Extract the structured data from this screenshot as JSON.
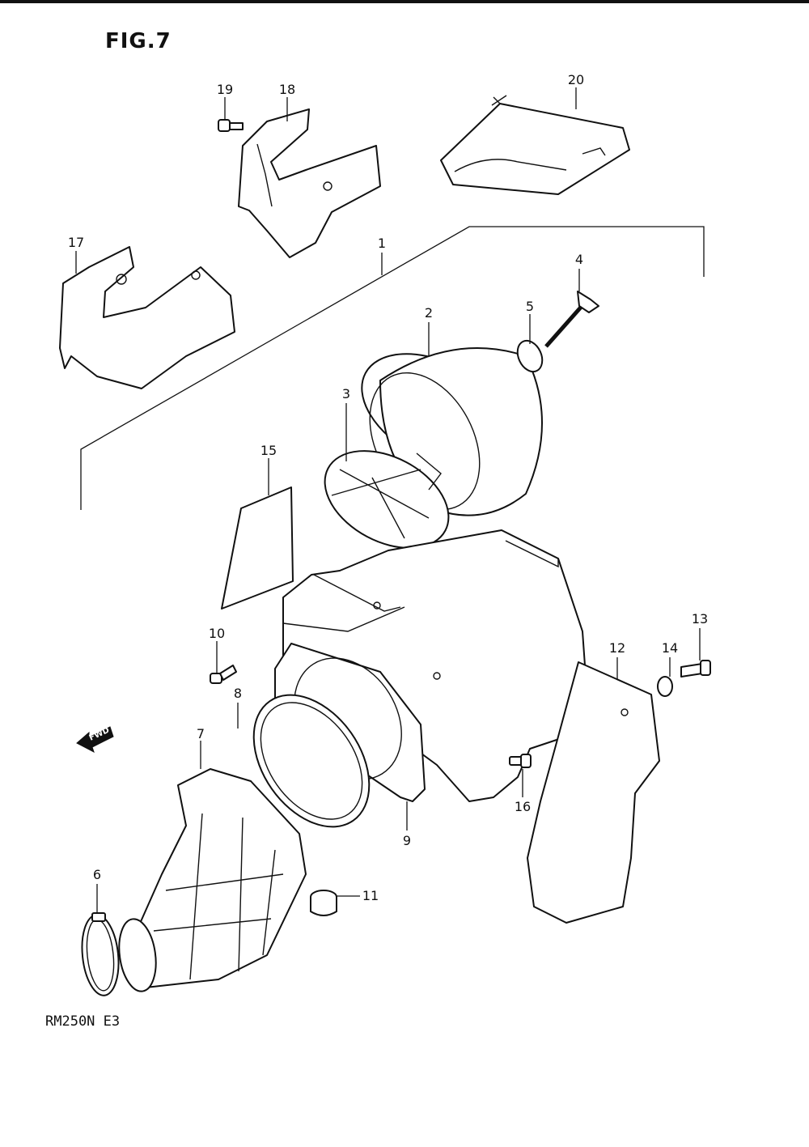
{
  "figure": {
    "title": "FIG.7",
    "model": "RM250N E3"
  },
  "direction_label": "FWD",
  "callouts": [
    {
      "id": "1",
      "text": "1"
    },
    {
      "id": "2",
      "text": "2"
    },
    {
      "id": "3",
      "text": "3"
    },
    {
      "id": "4",
      "text": "4"
    },
    {
      "id": "5",
      "text": "5"
    },
    {
      "id": "6",
      "text": "6"
    },
    {
      "id": "7",
      "text": "7"
    },
    {
      "id": "8",
      "text": "8"
    },
    {
      "id": "9",
      "text": "9"
    },
    {
      "id": "10",
      "text": "10"
    },
    {
      "id": "11",
      "text": "11"
    },
    {
      "id": "12",
      "text": "12"
    },
    {
      "id": "13",
      "text": "13"
    },
    {
      "id": "14",
      "text": "14"
    },
    {
      "id": "15",
      "text": "15"
    },
    {
      "id": "16",
      "text": "16"
    },
    {
      "id": "17",
      "text": "17"
    },
    {
      "id": "18",
      "text": "18"
    },
    {
      "id": "19",
      "text": "19"
    },
    {
      "id": "20",
      "text": "20"
    }
  ]
}
